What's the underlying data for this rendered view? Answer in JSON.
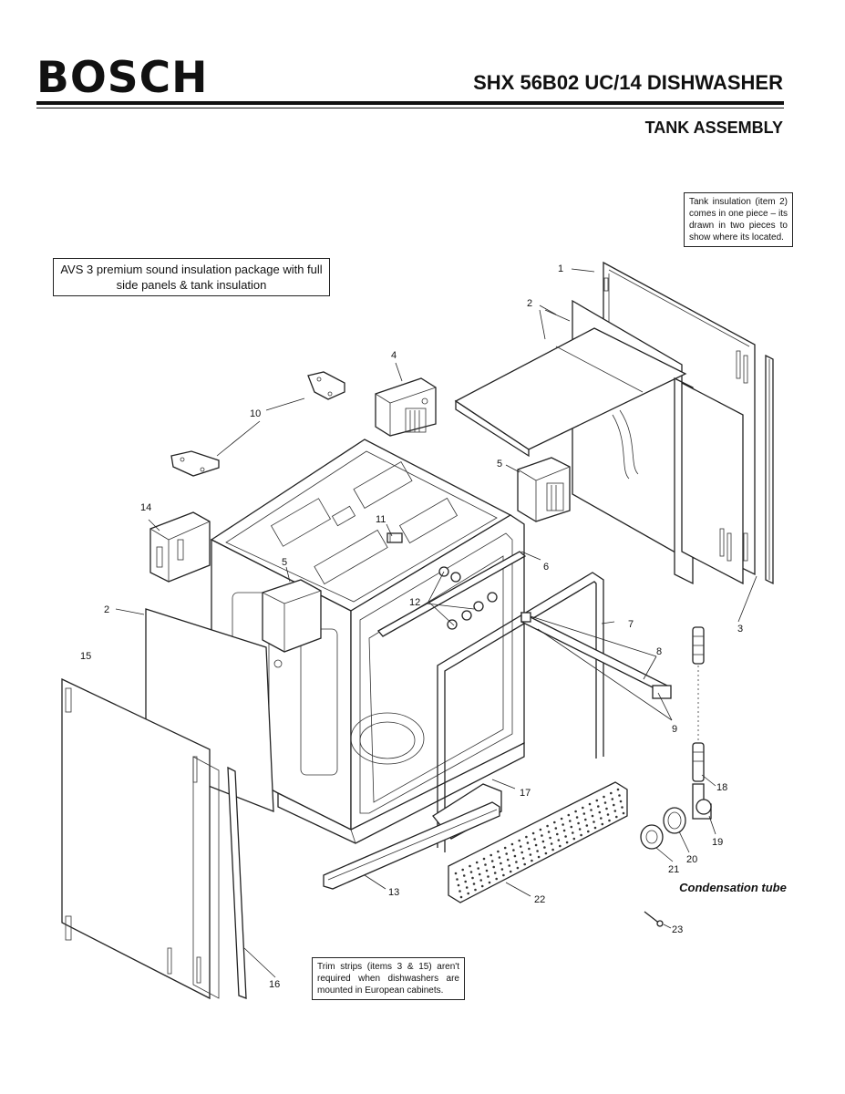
{
  "header": {
    "brand": "BOSCH",
    "model_title": "SHX 56B02 UC/14 DISHWASHER",
    "section_title": "TANK ASSEMBLY"
  },
  "notes": {
    "package": "AVS 3 premium sound insulation package with full side panels & tank insulation",
    "tank_insulation": "Tank insulation (item 2) comes in one piece – its drawn in two pieces to show where its located.",
    "trim_strips": "Trim strips (items 3 & 15) aren't required when dishwashers are mounted in European cabinets.",
    "condensation": "Condensation tube"
  },
  "callouts": [
    "1",
    "2",
    "2",
    "3",
    "4",
    "5",
    "5",
    "6",
    "7",
    "8",
    "9",
    "10",
    "11",
    "12",
    "13",
    "14",
    "15",
    "16",
    "17",
    "18",
    "19",
    "20",
    "21",
    "22",
    "23"
  ]
}
